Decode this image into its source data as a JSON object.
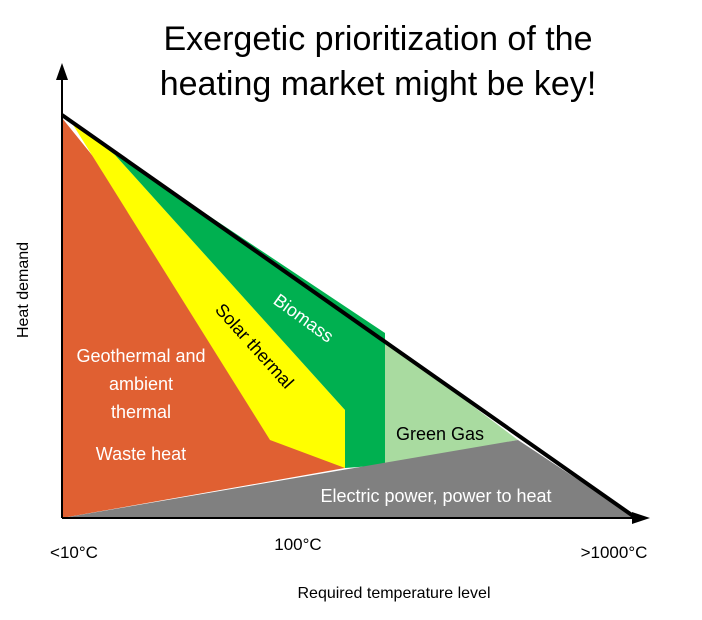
{
  "title": {
    "line1": "Exergetic prioritization of the",
    "line2": "heating market might be key!"
  },
  "axes": {
    "y_label": "Heat demand",
    "x_label": "Required temperature level",
    "tick_low": "<10°C",
    "tick_mid": "100°C",
    "tick_high": ">1000°C"
  },
  "regions": {
    "geothermal_line1": "Geothermal and",
    "geothermal_line2": "ambient",
    "geothermal_line3": "thermal",
    "waste_heat": "Waste heat",
    "solar_thermal": "Solar thermal",
    "biomass": "Biomass",
    "green_gas": "Green Gas",
    "electric": "Electric power, power to heat"
  },
  "colors": {
    "orange": "#e06032",
    "yellow": "#ffff00",
    "green": "#00b050",
    "light_green": "#a9dba0",
    "gray": "#808080",
    "axis": "#000000",
    "white_text": "#ffffff",
    "black_text": "#000000"
  }
}
